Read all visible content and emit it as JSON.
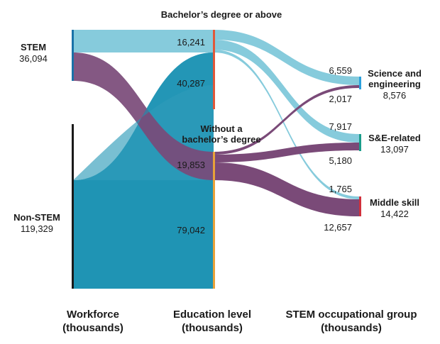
{
  "colors": {
    "stem": "#1a72a8",
    "nonstem": "#1a1a1a",
    "bachelor_flow": "#86cbdc",
    "bachelor_from_nonstem": "#1f94b4",
    "without_flow": "#7a4a78",
    "bachelor_bar": "#e0583a",
    "without_bar": "#e8a23a",
    "sci_eng_bar": "#2ca0dc",
    "se_related_bar": "#1a9c8a",
    "middle_skill_bar": "#d0303c"
  },
  "labels": {
    "stem": {
      "name": "STEM",
      "value": "36,094"
    },
    "nonstem": {
      "name": "Non-STEM",
      "value": "119,329"
    },
    "bachelor": "Bachelor’s degree or above",
    "without_line1": "Without a",
    "without_line2": "bachelor’s degree",
    "sci_eng_line1": "Science and",
    "sci_eng_line2": "engineering",
    "sci_eng_value": "8,576",
    "se_related": "S&E-related",
    "se_related_value": "13,097",
    "middle_skill": "Middle skill",
    "middle_skill_value": "14,422"
  },
  "flow_values": {
    "stem_bachelor": "16,241",
    "nonstem_bachelor": "40,287",
    "stem_without": "19,853",
    "nonstem_without": "79,042",
    "bach_sci_eng": "6,559",
    "without_sci_eng": "2,017",
    "bach_se_related": "7,917",
    "without_se_related": "5,180",
    "bach_middle": "1,765",
    "without_middle": "12,657"
  },
  "axis_titles": {
    "workforce_line1": "Workforce",
    "workforce_line2": "(thousands)",
    "education_line1": "Education level",
    "education_line2": "(thousands)",
    "group_line1": "STEM occupational group",
    "group_line2": "(thousands)"
  }
}
